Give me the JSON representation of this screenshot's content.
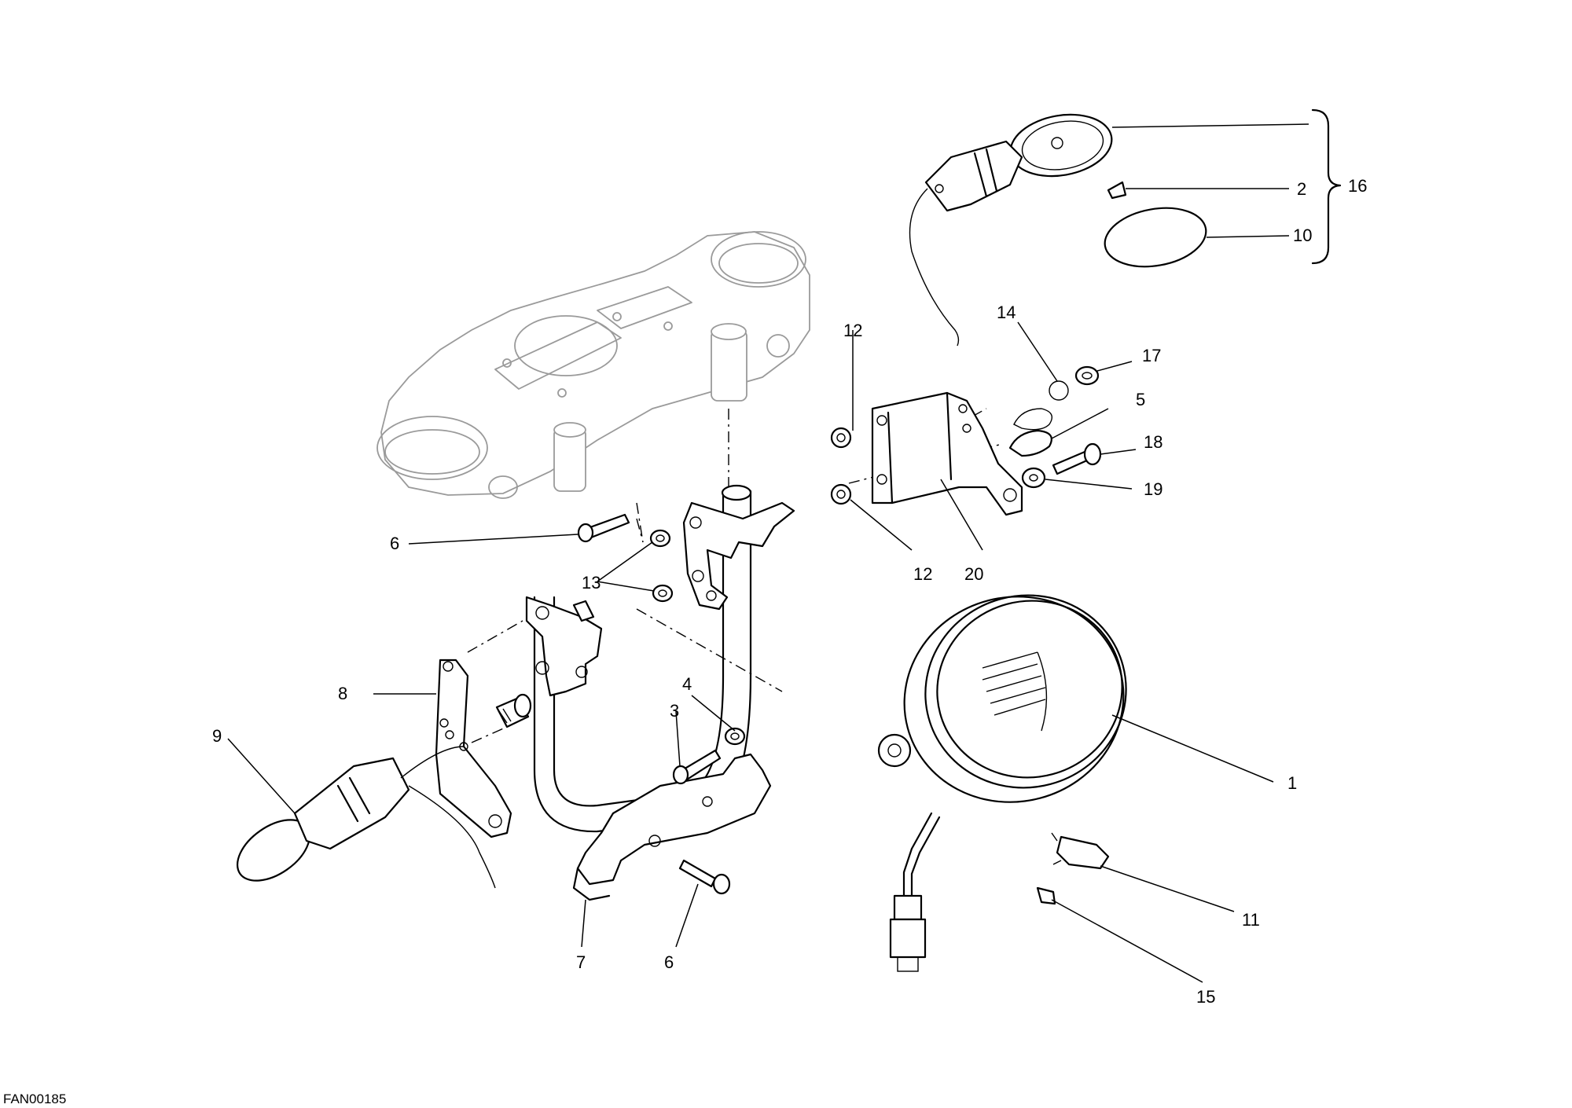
{
  "callouts": {
    "c1": "1",
    "c2": "2",
    "c3": "3",
    "c4": "4",
    "c5": "5",
    "c6a": "6",
    "c6b": "6",
    "c7": "7",
    "c8": "8",
    "c9": "9",
    "c10": "10",
    "c11": "11",
    "c12a": "12",
    "c12b": "12",
    "c13": "13",
    "c14": "14",
    "c15": "15",
    "c16": "16",
    "c17": "17",
    "c18": "18",
    "c19": "19",
    "c20": "20"
  },
  "drawing_code": "FAN00185",
  "colors": {
    "line": "#000000",
    "ghost": "#9a9a9a",
    "background": "#ffffff"
  }
}
